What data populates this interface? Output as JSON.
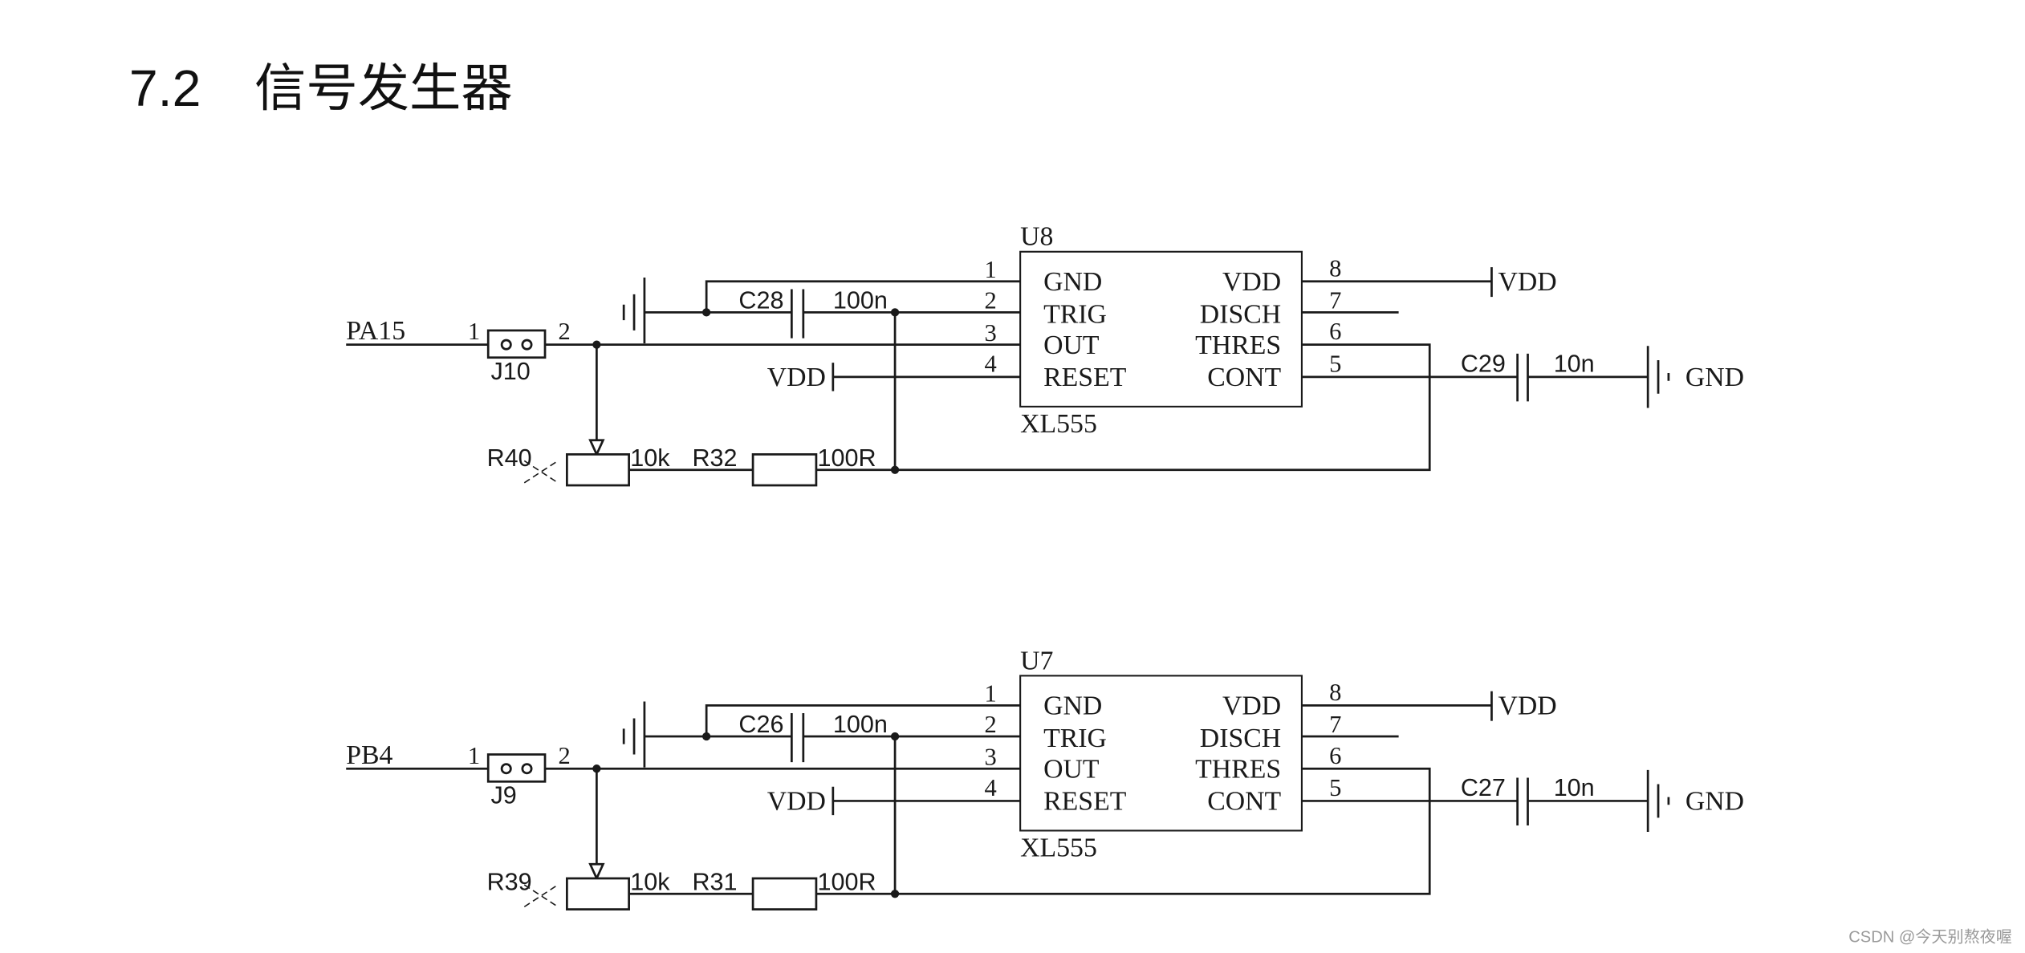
{
  "heading": {
    "number": "7.2",
    "title": "信号发生器"
  },
  "circuits": [
    {
      "chip": {
        "ref": "U8",
        "part": "XL555",
        "pins_left": [
          {
            "num": "1",
            "name": "GND"
          },
          {
            "num": "2",
            "name": "TRIG"
          },
          {
            "num": "3",
            "name": "OUT"
          },
          {
            "num": "4",
            "name": "RESET"
          }
        ],
        "pins_right": [
          {
            "num": "8",
            "name": "VDD"
          },
          {
            "num": "7",
            "name": "DISCH"
          },
          {
            "num": "6",
            "name": "THRES"
          },
          {
            "num": "5",
            "name": "CONT"
          }
        ]
      },
      "input_net": "PA15",
      "jumper": {
        "ref": "J10",
        "pin1": "1",
        "pin2": "2"
      },
      "timing_cap": {
        "ref": "C28",
        "value": "100n"
      },
      "reset_supply": "VDD",
      "vdd_supply": "VDD",
      "control_cap": {
        "ref": "C29",
        "value": "10n"
      },
      "ground_label": "GND",
      "potentiometer": {
        "ref": "R40",
        "value": "10k"
      },
      "resistor": {
        "ref": "R32",
        "value": "100R"
      }
    },
    {
      "chip": {
        "ref": "U7",
        "part": "XL555",
        "pins_left": [
          {
            "num": "1",
            "name": "GND"
          },
          {
            "num": "2",
            "name": "TRIG"
          },
          {
            "num": "3",
            "name": "OUT"
          },
          {
            "num": "4",
            "name": "RESET"
          }
        ],
        "pins_right": [
          {
            "num": "8",
            "name": "VDD"
          },
          {
            "num": "7",
            "name": "DISCH"
          },
          {
            "num": "6",
            "name": "THRES"
          },
          {
            "num": "5",
            "name": "CONT"
          }
        ]
      },
      "input_net": "PB4",
      "jumper": {
        "ref": "J9",
        "pin1": "1",
        "pin2": "2"
      },
      "timing_cap": {
        "ref": "C26",
        "value": "100n"
      },
      "reset_supply": "VDD",
      "vdd_supply": "VDD",
      "control_cap": {
        "ref": "C27",
        "value": "10n"
      },
      "ground_label": "GND",
      "potentiometer": {
        "ref": "R39",
        "value": "10k"
      },
      "resistor": {
        "ref": "R31",
        "value": "100R"
      }
    }
  ],
  "watermark": "CSDN @今天别熬夜喔"
}
